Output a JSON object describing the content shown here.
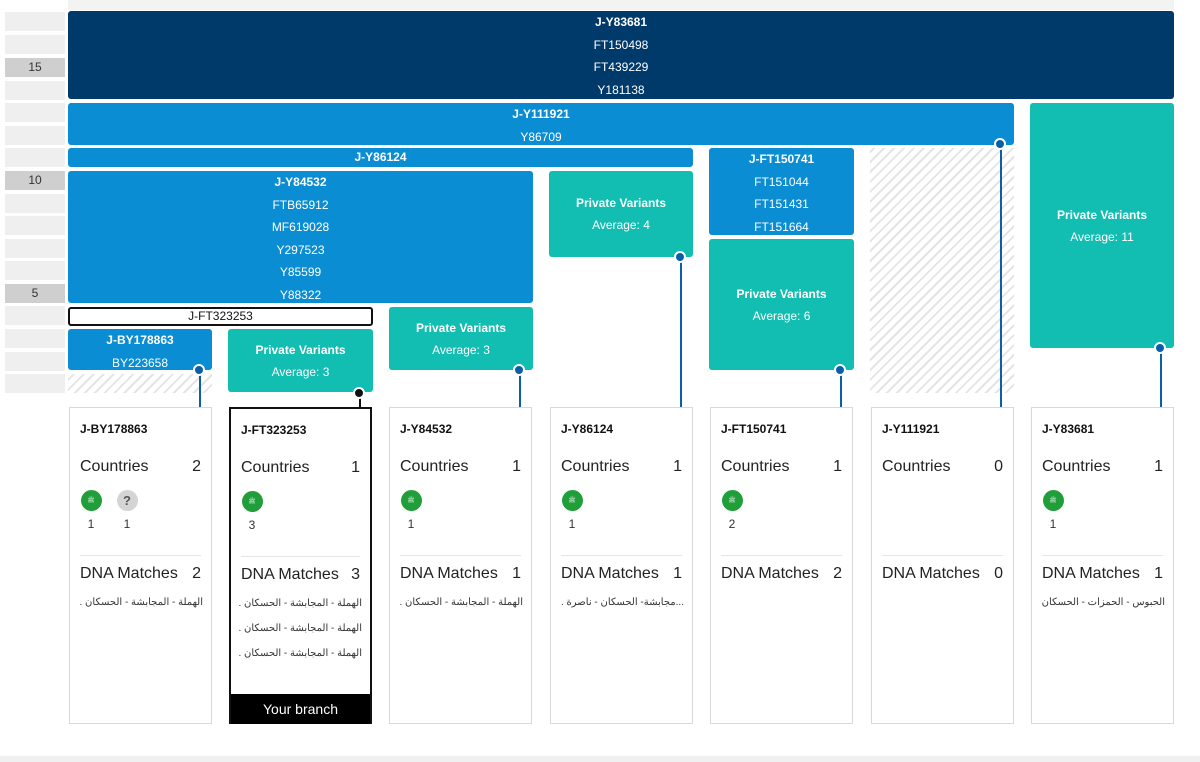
{
  "scale": {
    "labels": [
      "15",
      "10",
      "5"
    ]
  },
  "blocks": {
    "y83681": {
      "lines": [
        "J-Y83681",
        "FT150498",
        "FT439229",
        "Y181138"
      ]
    },
    "y111921": {
      "lines": [
        "J-Y111921",
        "Y86709"
      ]
    },
    "y86124": {
      "lines": [
        "J-Y86124"
      ]
    },
    "ft150741": {
      "lines": [
        "J-FT150741",
        "FT151044",
        "FT151431",
        "FT151664"
      ]
    },
    "y84532": {
      "lines": [
        "J-Y84532",
        "FTB65912",
        "MF619028",
        "Y297523",
        "Y85599",
        "Y88322"
      ]
    },
    "ft323253": {
      "lines": [
        "J-FT323253"
      ]
    },
    "by178863": {
      "lines": [
        "J-BY178863",
        "BY223658"
      ]
    }
  },
  "private_variants": [
    {
      "title": "Private Variants",
      "average": "Average: 4"
    },
    {
      "title": "Private Variants",
      "average": "Average: 11"
    },
    {
      "title": "Private Variants",
      "average": "Average: 6"
    },
    {
      "title": "Private Variants",
      "average": "Average: 3"
    },
    {
      "title": "Private Variants",
      "average": "Average: 3"
    }
  ],
  "cards": [
    {
      "name": "J-BY178863",
      "countries_label": "Countries",
      "countries_count": "2",
      "flags": [
        {
          "symbol": "ﷺ",
          "count": "1"
        },
        {
          "symbol": "?",
          "count": "1"
        }
      ],
      "dna_label": "DNA Matches",
      "dna_count": "2",
      "locations": [
        "الهملة - المجابشة - الحسكان . ."
      ]
    },
    {
      "name": "J-FT323253",
      "countries_label": "Countries",
      "countries_count": "1",
      "flags": [
        {
          "symbol": "ﷺ",
          "count": "3"
        }
      ],
      "dna_label": "DNA Matches",
      "dna_count": "3",
      "locations": [
        "الهملة - المجابشة - الحسكان .",
        "الهملة - المجابشة - الحسكان .",
        "الهملة - المجابشة - الحسكان ."
      ],
      "your_branch": "Your branch"
    },
    {
      "name": "J-Y84532",
      "countries_label": "Countries",
      "countries_count": "1",
      "flags": [
        {
          "symbol": "ﷺ",
          "count": "1"
        }
      ],
      "dna_label": "DNA Matches",
      "dna_count": "1",
      "locations": [
        "الهملة - المجابشة - الحسكان ."
      ]
    },
    {
      "name": "J-Y86124",
      "countries_label": "Countries",
      "countries_count": "1",
      "flags": [
        {
          "symbol": "ﷺ",
          "count": "1"
        }
      ],
      "dna_label": "DNA Matches",
      "dna_count": "1",
      "locations": [
        "...مجابشة- الحسكان - ناصرة ."
      ]
    },
    {
      "name": "J-FT150741",
      "countries_label": "Countries",
      "countries_count": "1",
      "flags": [
        {
          "symbol": "ﷺ",
          "count": "2"
        }
      ],
      "dna_label": "DNA Matches",
      "dna_count": "2",
      "locations": []
    },
    {
      "name": "J-Y111921",
      "countries_label": "Countries",
      "countries_count": "0",
      "flags": [],
      "dna_label": "DNA Matches",
      "dna_count": "0",
      "locations": []
    },
    {
      "name": "J-Y83681",
      "countries_label": "Countries",
      "countries_count": "1",
      "flags": [
        {
          "symbol": "ﷺ",
          "count": "1"
        }
      ],
      "dna_label": "DNA Matches",
      "dna_count": "1",
      "locations": [
        "الحبوس - الحمزات - الحسكان ."
      ]
    }
  ],
  "colors": {
    "dark": "#003a6b",
    "mid": "#0a8dd3",
    "teal": "#12bdb1",
    "flag": "#1f9e3a"
  }
}
